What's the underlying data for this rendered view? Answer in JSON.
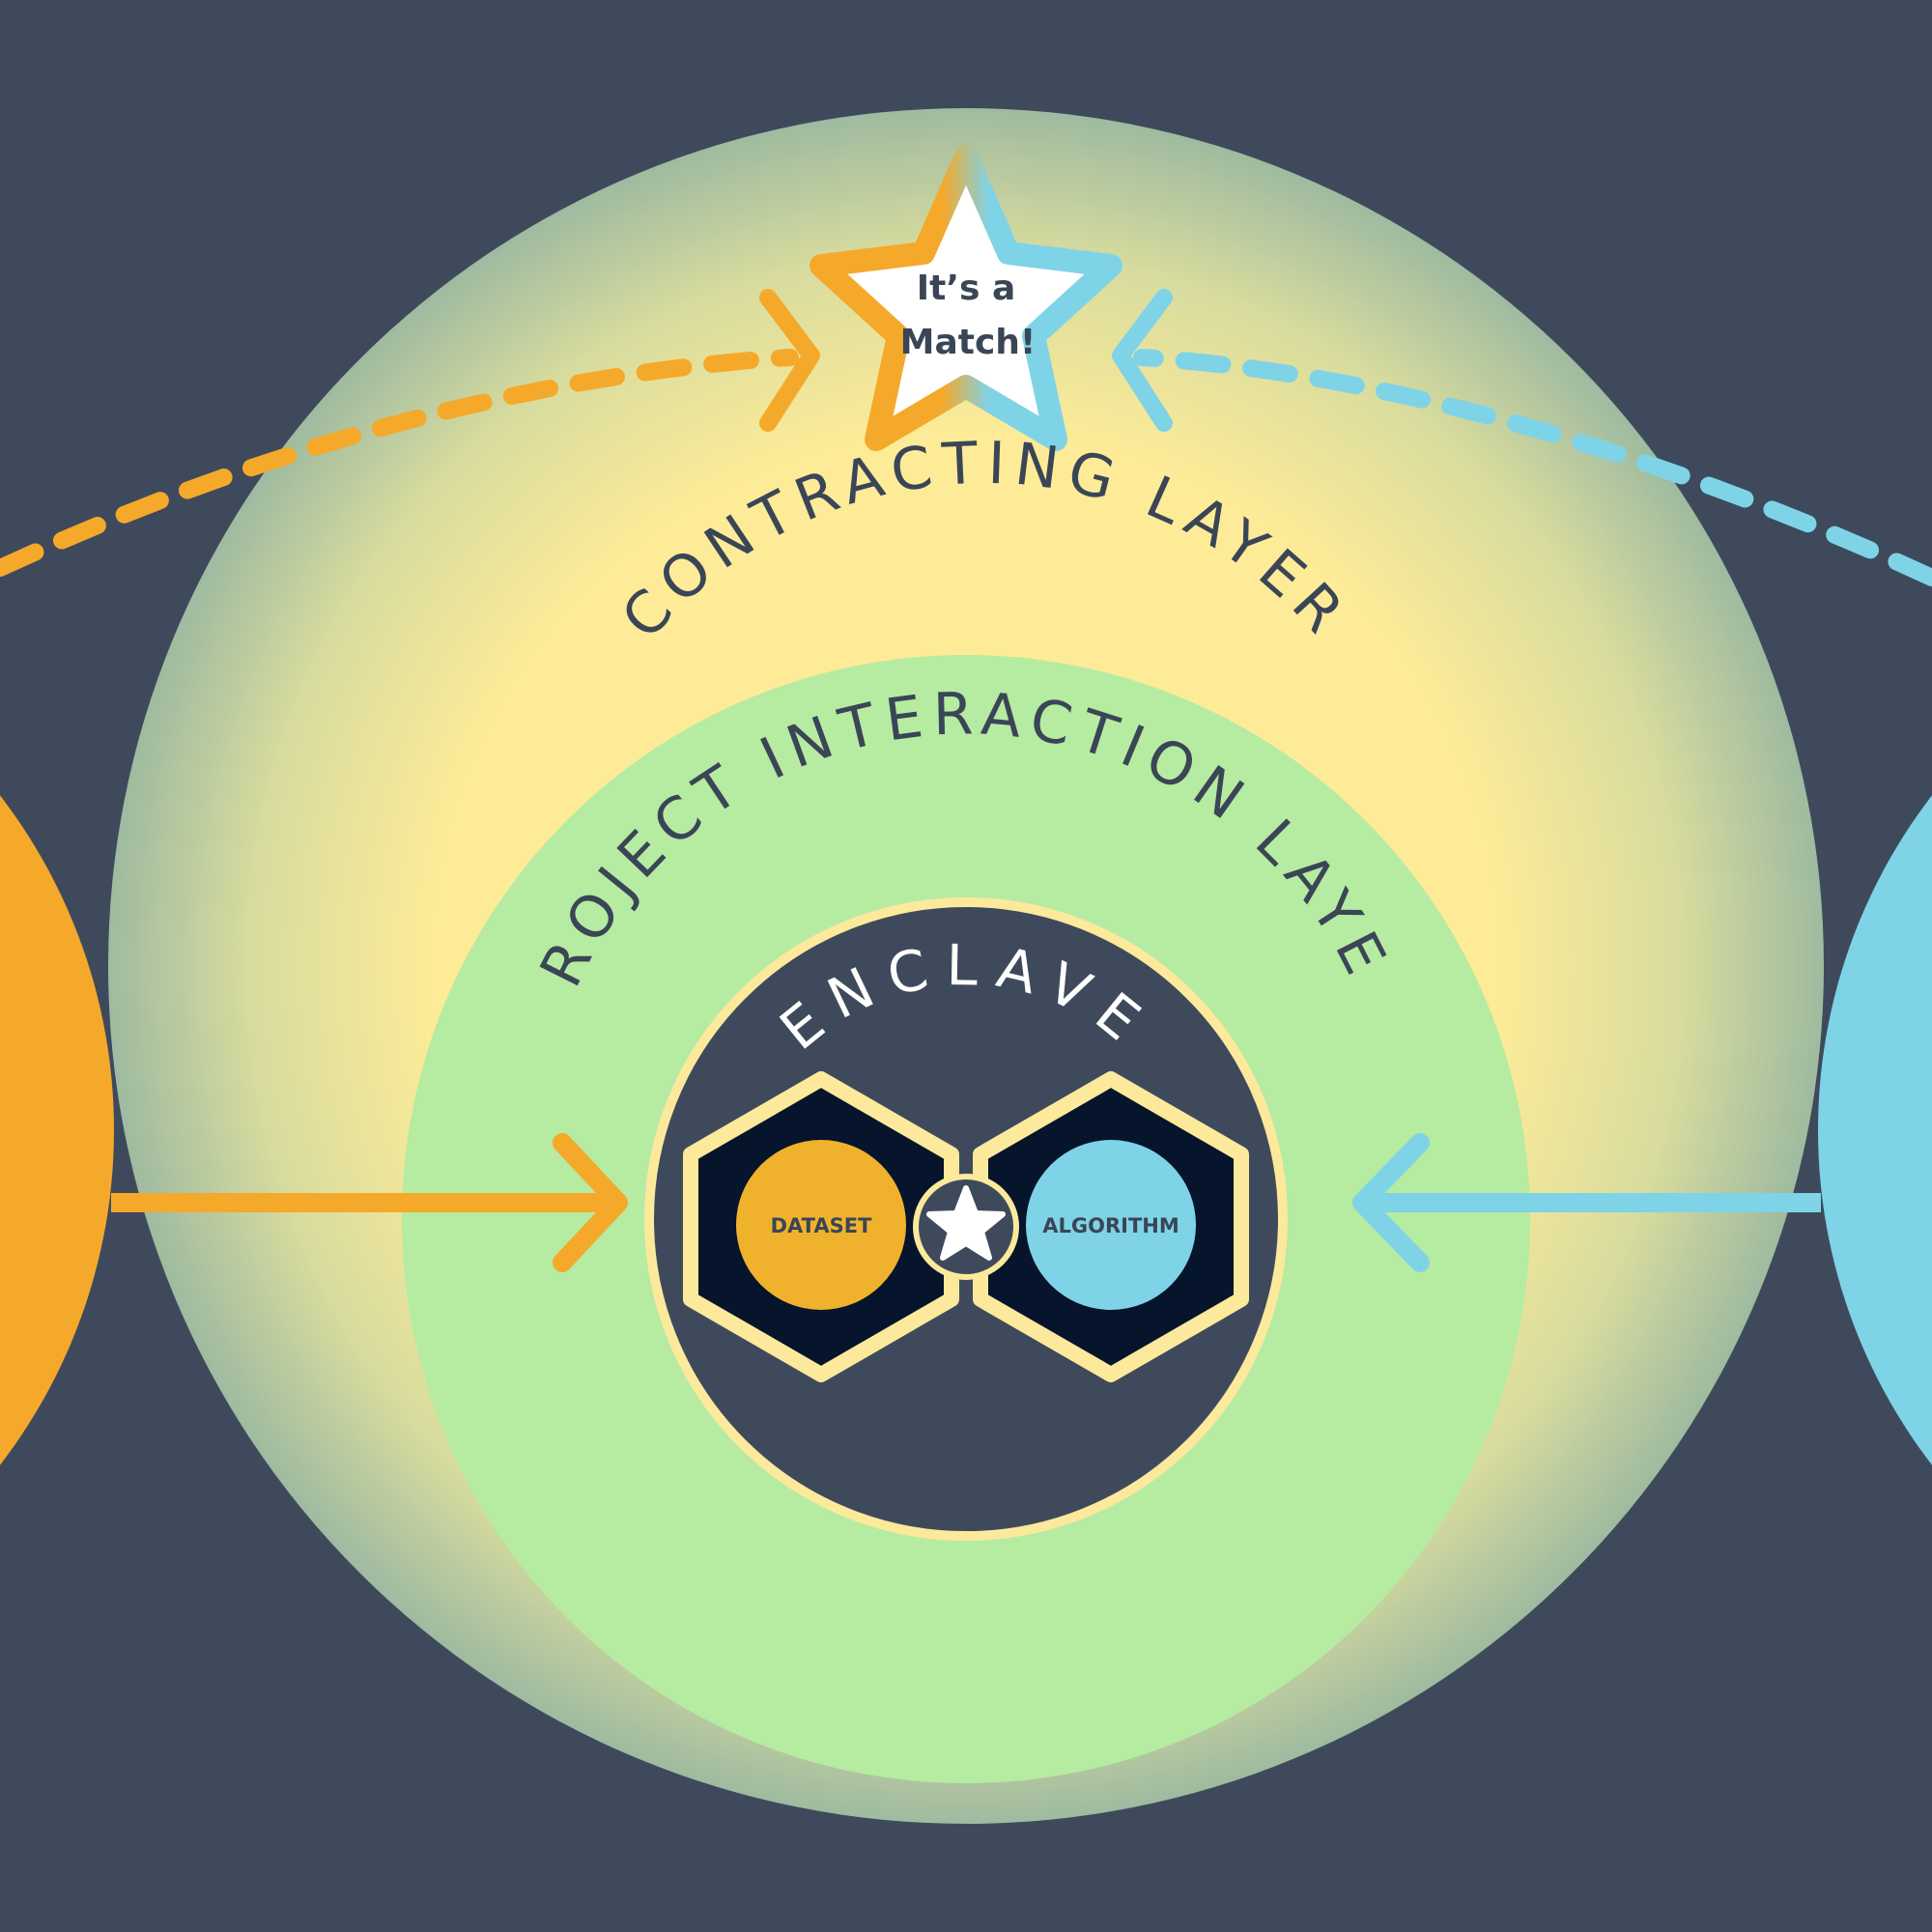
{
  "layers": {
    "contracting": "CONTRACTING LAYER",
    "project_interaction": "PROJECT INTERACTION LAYER",
    "enclave": "ENCLAVE"
  },
  "nodes": {
    "dataset": "DATASET",
    "algorithm": "ALGORITHM"
  },
  "match": {
    "line1": "It’s a",
    "line2": "Match!"
  },
  "colors": {
    "background": "#3e4a5c",
    "orange": "#f5a92a",
    "blue": "#7fd3e7",
    "outer_glow": "#fdeb98",
    "inner_green": "#b6eba2",
    "enclave_dark": "#3e4a5c",
    "hex_fill": "#06142c",
    "hex_border": "#fce99b",
    "label_text": "#3a4556"
  }
}
